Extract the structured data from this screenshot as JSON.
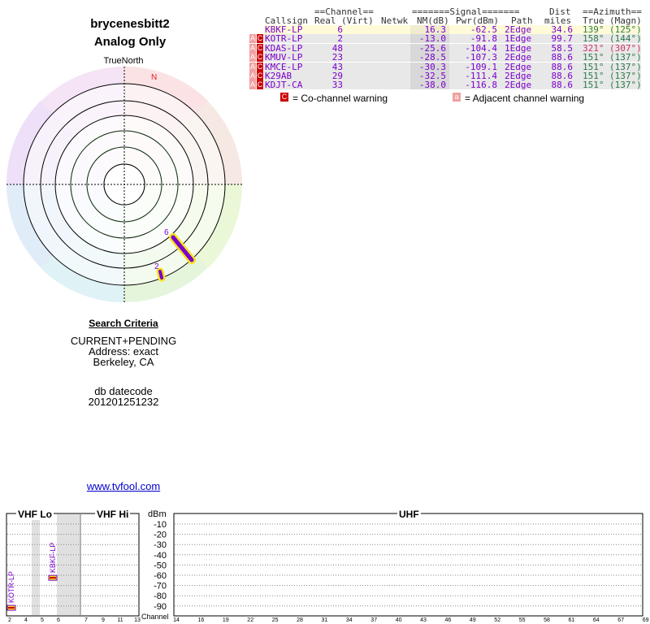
{
  "header": {
    "name": "brycenesbitt2",
    "mode": "Analog Only"
  },
  "radar": {
    "true_north_label": "TrueNorth",
    "north_letter": "N",
    "stations": [
      {
        "channel_label": "6"
      },
      {
        "channel_label": "2"
      }
    ]
  },
  "criteria": {
    "heading": "Search Criteria",
    "lines": [
      "CURRENT+PENDING",
      "Address: exact",
      "Berkeley, CA"
    ],
    "db_label": "db datecode",
    "db_value": "201201251232"
  },
  "link": "www.tvfool.com",
  "table": {
    "group_headers": {
      "channel": "==Channel==",
      "signal": "=======Signal=======",
      "dist": "Dist",
      "azimuth": "==Azimuth=="
    },
    "columns": [
      "Callsign",
      "Real",
      "(Virt)",
      "Netwk",
      "NM(dB)",
      "Pwr(dBm)",
      "Path",
      "miles",
      "True",
      "(Magn)"
    ],
    "rows": [
      {
        "callsign": "KBKF-LP",
        "real": "6",
        "virt": "",
        "netwk": "",
        "nm": "16.3",
        "pwr": "-62.5",
        "path": "2Edge",
        "miles": "34.6",
        "true_az": "139°",
        "magn": "(125°)",
        "warn": [],
        "bg": "#fffbd8"
      },
      {
        "callsign": "KOTR-LP",
        "real": "2",
        "virt": "",
        "netwk": "",
        "nm": "-13.0",
        "pwr": "-91.8",
        "path": "1Edge",
        "miles": "99.7",
        "true_az": "158°",
        "magn": "(144°)",
        "warn": [
          "A",
          "C"
        ],
        "bg": "#e8e8e8"
      },
      {
        "callsign": "KDAS-LP",
        "real": "48",
        "virt": "",
        "netwk": "",
        "nm": "-25.6",
        "pwr": "-104.4",
        "path": "1Edge",
        "miles": "58.5",
        "true_az": "321°",
        "magn": "(307°)",
        "warn": [
          "A",
          "C"
        ],
        "bg": "#e8e8e8"
      },
      {
        "callsign": "KMUV-LP",
        "real": "23",
        "virt": "",
        "netwk": "",
        "nm": "-28.5",
        "pwr": "-107.3",
        "path": "2Edge",
        "miles": "88.6",
        "true_az": "151°",
        "magn": "(137°)",
        "warn": [
          "A",
          "C"
        ],
        "bg": "#e8e8e8"
      },
      {
        "callsign": "KMCE-LP",
        "real": "43",
        "virt": "",
        "netwk": "",
        "nm": "-30.3",
        "pwr": "-109.1",
        "path": "2Edge",
        "miles": "88.6",
        "true_az": "151°",
        "magn": "(137°)",
        "warn": [
          "A",
          "C"
        ],
        "bg": "#e8e8e8"
      },
      {
        "callsign": "K29AB",
        "real": "29",
        "virt": "",
        "netwk": "",
        "nm": "-32.5",
        "pwr": "-111.4",
        "path": "2Edge",
        "miles": "88.6",
        "true_az": "151°",
        "magn": "(137°)",
        "warn": [
          "A",
          "C"
        ],
        "bg": "#e8e8e8"
      },
      {
        "callsign": "KDJT-CA",
        "real": "33",
        "virt": "",
        "netwk": "",
        "nm": "-38.0",
        "pwr": "-116.8",
        "path": "2Edge",
        "miles": "88.6",
        "true_az": "151°",
        "magn": "(137°)",
        "warn": [
          "A",
          "C"
        ],
        "bg": "#e8e8e8"
      }
    ],
    "legend": {
      "co_letter": "C",
      "co_text": "= Co-channel warning",
      "adj_letter": "a",
      "adj_text": "= Adjacent channel warning"
    }
  },
  "spectrum": {
    "vhf_lo_label": "VHF Lo",
    "vhf_hi_label": "VHF Hi",
    "uhf_label": "UHF",
    "dbm_label": "dBm",
    "channel_label": "Channel",
    "dbm_ticks": [
      "-10",
      "-20",
      "-30",
      "-40",
      "-50",
      "-60",
      "-70",
      "-80",
      "-90"
    ],
    "vhf_lo_ch": [
      "2",
      "4",
      "5",
      "6"
    ],
    "vhf_hi_ch": [
      "7",
      "9",
      "11",
      "13"
    ],
    "uhf_ch": [
      "14",
      "16",
      "19",
      "22",
      "25",
      "28",
      "31",
      "34",
      "37",
      "40",
      "43",
      "46",
      "49",
      "52",
      "55",
      "58",
      "61",
      "64",
      "67",
      "69"
    ],
    "markers": [
      {
        "callsign": "KOTR-LP",
        "channel": "2",
        "dbm": -91.8
      },
      {
        "callsign": "KBKF-LP",
        "channel": "6",
        "dbm": -62.5
      }
    ]
  }
}
